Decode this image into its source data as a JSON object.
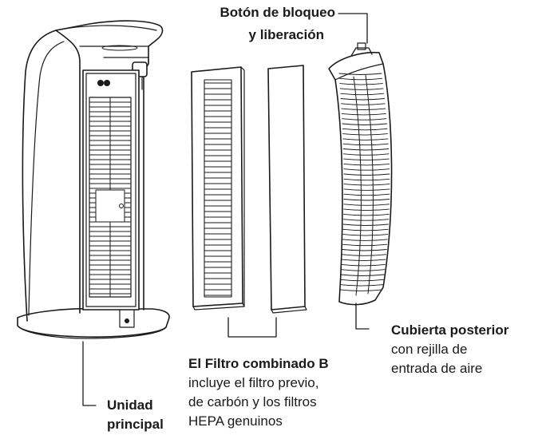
{
  "labels": {
    "lock_button": {
      "line1": "Botón de bloqueo",
      "line2": "y liberación"
    },
    "main_unit": {
      "line1": "Unidad",
      "line2": "principal"
    },
    "combo_filter": {
      "title": "El Filtro combinado B",
      "desc1": "incluye el filtro previo,",
      "desc2": "de carbón y los filtros",
      "desc3": "HEPA genuinos"
    },
    "rear_cover": {
      "title": "Cubierta posterior",
      "desc1": "con rejilla de",
      "desc2": "entrada de aire"
    }
  },
  "colors": {
    "line": "#1a1a1a",
    "text": "#1a1a1a",
    "background": "#ffffff"
  }
}
